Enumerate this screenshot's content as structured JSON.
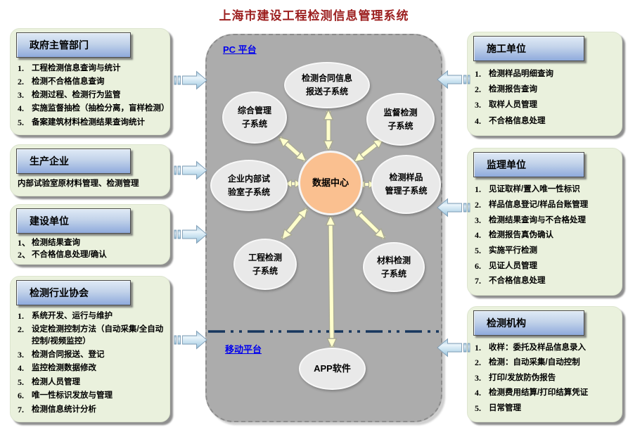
{
  "title": "上海市建设工程检测信息管理系统",
  "colors": {
    "title_red": "#9c1f1f",
    "panel_green": "#eaf1dd",
    "header_blue": "#8faadc",
    "platform_gray": "#acacac",
    "node_gray": "#e9e9e9",
    "data_center_orange": "#fac090",
    "connector_yellow": "#ffffcc",
    "flow_arrow_blue": "#b9d8ea",
    "separator_navy": "#17375e",
    "link_blue": "#0000ee"
  },
  "left_panels": [
    {
      "title": "政府主管部门",
      "items": [
        {
          "n": "1.",
          "text": "工程检测信息查询与统计"
        },
        {
          "n": "2.",
          "text": "检测不合格信息查询"
        },
        {
          "n": "3.",
          "text": "检测过程、检测行为监管"
        },
        {
          "n": "4.",
          "text": "实施监督抽检（抽检分离，盲样检测）"
        },
        {
          "n": "5.",
          "text": "备案建筑材料检测结果查询统计"
        }
      ]
    },
    {
      "title": "生产企业",
      "items": [
        {
          "n": "",
          "text": "内部试验室原材料管理、检测管理"
        }
      ]
    },
    {
      "title": "建设单位",
      "items": [
        {
          "n": "1、",
          "text": "检测结果查询"
        },
        {
          "n": "2、",
          "text": "不合格信息处理/确认"
        }
      ]
    },
    {
      "title": "检测行业协会",
      "items": [
        {
          "n": "1.",
          "text": "系统开发、运行与维护"
        },
        {
          "n": "2.",
          "text": "设定检测控制方法（自动采集/全自动控制/视频监控）"
        },
        {
          "n": "3.",
          "text": "检测合同报送、登记"
        },
        {
          "n": "4.",
          "text": "监控检测数据修改"
        },
        {
          "n": "5.",
          "text": "检测人员管理"
        },
        {
          "n": "6.",
          "text": "唯一性标识发放与管理"
        },
        {
          "n": "7.",
          "text": "检测信息统计分析"
        }
      ]
    }
  ],
  "right_panels": [
    {
      "title": "施工单位",
      "items": [
        {
          "n": "1.",
          "text": "检测样品明细查询"
        },
        {
          "n": "2.",
          "text": "检测报告查询"
        },
        {
          "n": "3.",
          "text": "取样人员管理"
        },
        {
          "n": "4.",
          "text": "不合格信息处理"
        }
      ]
    },
    {
      "title": "监理单位",
      "items": [
        {
          "n": "1.",
          "text": "见证取样/置入唯一性标识"
        },
        {
          "n": "2.",
          "text": "样品信息登记/样品台账管理"
        },
        {
          "n": "3.",
          "text": "检测结果查询与不合格处理"
        },
        {
          "n": "4.",
          "text": "检测报告真伪确认"
        },
        {
          "n": "5.",
          "text": "实施平行检测"
        },
        {
          "n": "6.",
          "text": "见证人员管理"
        },
        {
          "n": "7.",
          "text": "不合格信息处理"
        }
      ]
    },
    {
      "title": "检测机构",
      "items": [
        {
          "n": "1.",
          "text": "收样：委托及样品信息录入"
        },
        {
          "n": "2.",
          "text": "检测：自动采集/自动控制"
        },
        {
          "n": "3.",
          "text": "打印/发放防伪报告"
        },
        {
          "n": "4.",
          "text": "检测费用结算/打印结算凭证"
        },
        {
          "n": "5.",
          "text": "日常管理"
        }
      ]
    }
  ],
  "platform": {
    "pc_label": "PC 平台",
    "mobile_label": "移动平台",
    "nodes": {
      "contract": "检测合同信息\n报送子系统",
      "comprehensive": "综合管理\n子系统",
      "supervision": "监督检测\n子系统",
      "enterprise_lab": "企业内部试\n验室子系统",
      "data_center": "数据中心",
      "sample_mgmt": "检测样品\n管理子系统",
      "engineering": "工程检测\n子系统",
      "material": "材料检测\n子系统",
      "app": "APP软件"
    }
  }
}
